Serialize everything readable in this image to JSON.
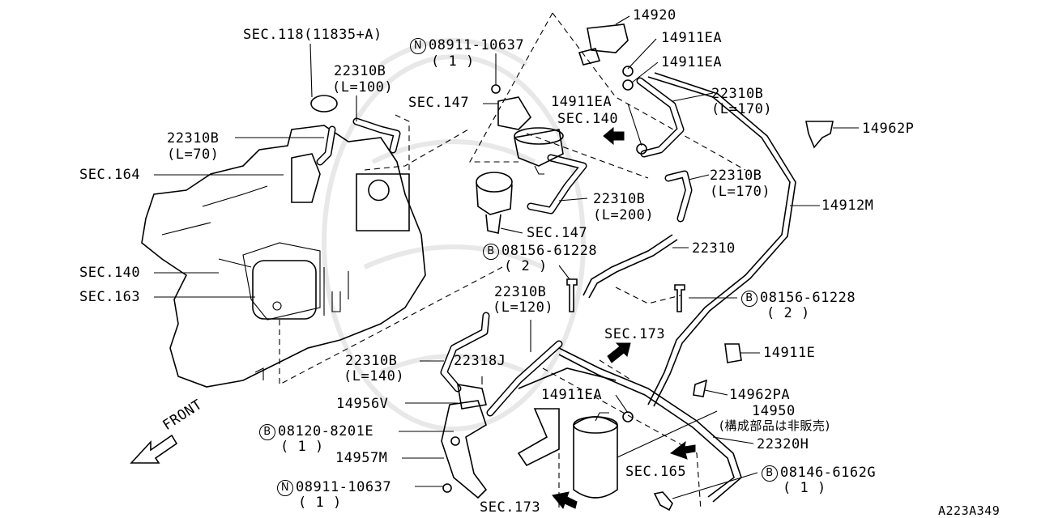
{
  "labels": {
    "sec118": "SEC.118(11835+A)",
    "n08911_top": "08911-10637",
    "n08911_top_qty": "( 1 )",
    "p14920": "14920",
    "p14911ea_1": "14911EA",
    "p14911ea_2": "14911EA",
    "p22310b_100": "22310B",
    "p22310b_100_l": "(L=100)",
    "sec147_top": "SEC.147",
    "p14911ea_3": "14911EA",
    "sec140_arrow": "SEC.140",
    "p22310b_170a": "22310B",
    "p22310b_170a_l": "(L=170)",
    "p14962p": "14962P",
    "p22310b_70": "22310B",
    "p22310b_70_l": "(L=70)",
    "sec164": "SEC.164",
    "p22310b_170b": "22310B",
    "p22310b_170b_l": "(L=170)",
    "p22310b_200": "22310B",
    "p22310b_200_l": "(L=200)",
    "p14912m": "14912M",
    "sec147_mid": "SEC.147",
    "b08156_top": "08156-61228",
    "b08156_top_qty": "( 2 )",
    "p22310": "22310",
    "sec140": "SEC.140",
    "sec163": "SEC.163",
    "p22310b_120": "22310B",
    "p22310b_120_l": "(L=120)",
    "b08156_right": "08156-61228",
    "b08156_right_qty": "( 2 )",
    "sec173_right": "SEC.173",
    "p14911e": "14911E",
    "p22310b_140": "22310B",
    "p22310b_140_l": "(L=140)",
    "p22318j": "22318J",
    "p14962pa": "14962PA",
    "p14956v": "14956V",
    "p14911ea_4": "14911EA",
    "p14950": "14950",
    "p14950_note": "(構成部品は非販売)",
    "b08120": "08120-8201E",
    "b08120_qty": "( 1 )",
    "p22320h": "22320H",
    "front": "FRONT",
    "p14957m": "14957M",
    "sec165": "SEC.165",
    "b08146": "08146-6162G",
    "b08146_qty": "( 1 )",
    "n08911_bot": "08911-10637",
    "n08911_bot_qty": "( 1 )",
    "sec173_bot": "SEC.173",
    "diagram_code": "A223A349"
  },
  "markers": {
    "N": "N",
    "B": "B"
  }
}
